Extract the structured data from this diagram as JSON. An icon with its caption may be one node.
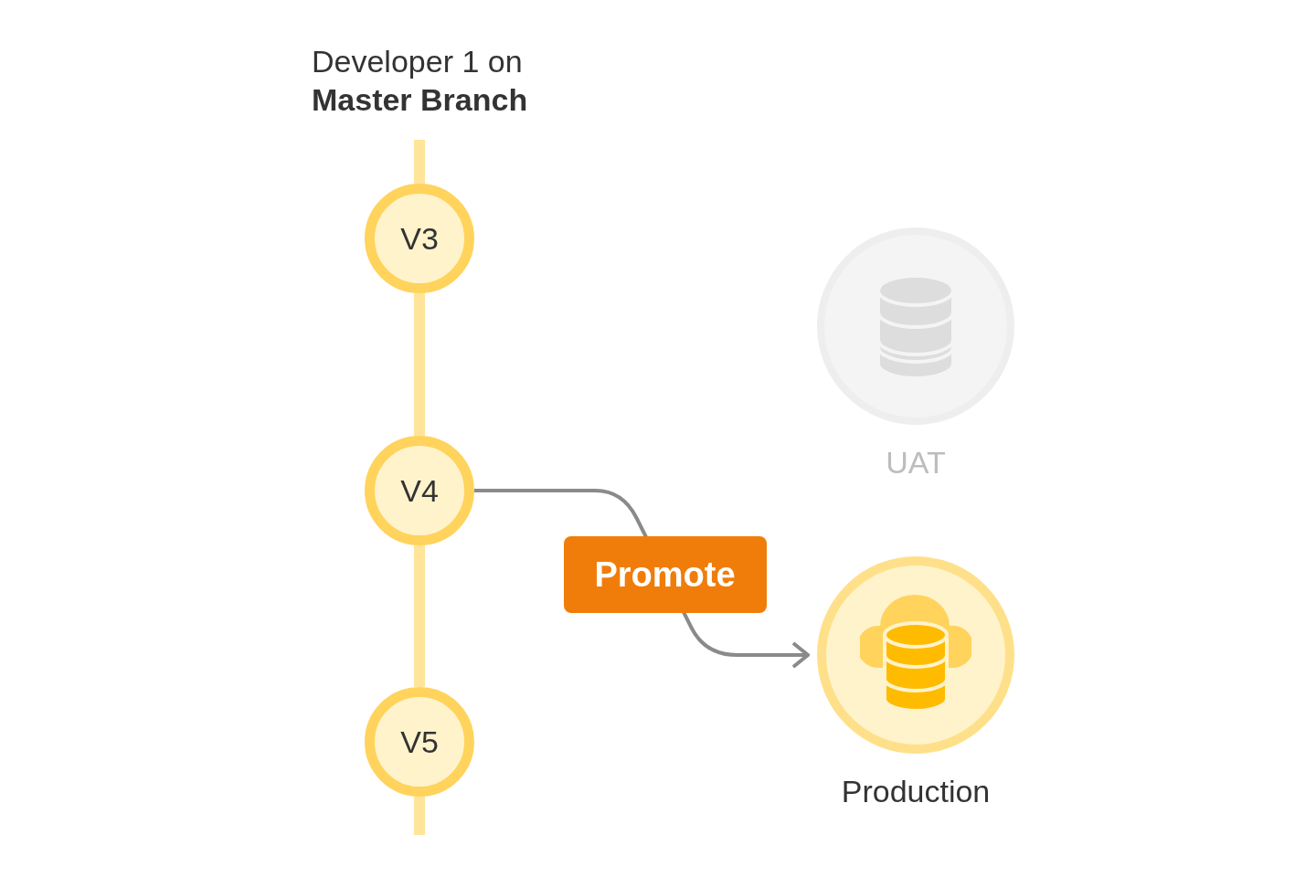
{
  "diagram": {
    "title": "Developer 1 on **Master Branch**",
    "nodes": [
      {
        "text": [
          "V3"
        ]
      },
      {
        "text": [
          "V4"
        ]
      },
      {
        "text": [
          "V5"
        ]
      },
      {
        "text": [
          "UAT"
        ]
      },
      {
        "text": [
          "Production"
        ]
      }
    ],
    "edges": [
      {
        "from": 0,
        "to": 1,
        "arrow": "none"
      },
      {
        "from": 1,
        "to": 2,
        "arrow": "none"
      },
      {
        "from": 1,
        "to": 4,
        "arrow": "to",
        "label": "Promote",
        "color": "#8a8a8a"
      }
    ]
  }
}
